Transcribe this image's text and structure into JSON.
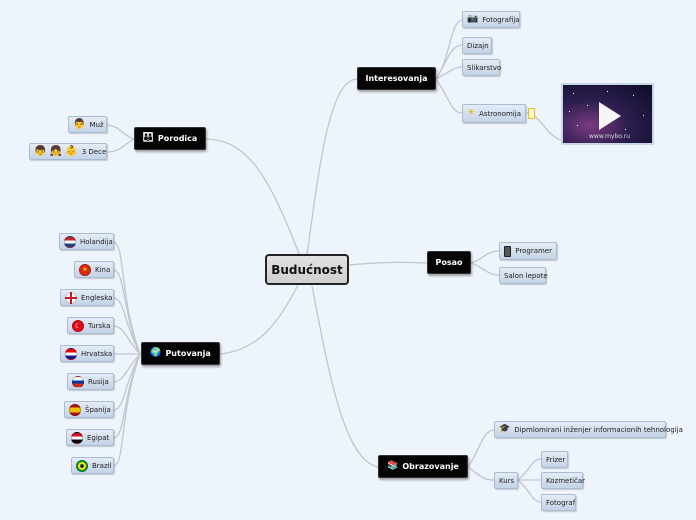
{
  "root": {
    "label": "Budućnost"
  },
  "branches": {
    "porodica": {
      "label": "Porodica",
      "icon": "family-icon",
      "children": [
        {
          "label": "Muž",
          "icon": "man-icon"
        },
        {
          "label": "3 Dece",
          "icon": "children-icon"
        }
      ]
    },
    "interesovanja": {
      "label": "Interesovanja",
      "children": [
        {
          "label": "Fotografija",
          "icon": "camera-icon"
        },
        {
          "label": "Dizajn"
        },
        {
          "label": "Slikarstvo"
        },
        {
          "label": "Astronomija",
          "icon": "sun-icon",
          "video_watermark": "www.mybo.ru"
        }
      ]
    },
    "putovanja": {
      "label": "Putovanja",
      "icon": "globe-icon",
      "children": [
        {
          "label": "Holandija"
        },
        {
          "label": "Kina"
        },
        {
          "label": "Engleska"
        },
        {
          "label": "Turska"
        },
        {
          "label": "Hrvatska"
        },
        {
          "label": "Rusija"
        },
        {
          "label": "Španija"
        },
        {
          "label": "Egipat"
        },
        {
          "label": "Brazil"
        }
      ]
    },
    "posao": {
      "label": "Posao",
      "children": [
        {
          "label": "Programer",
          "icon": "monitor-icon"
        },
        {
          "label": "Salon lepote"
        }
      ]
    },
    "obrazovanje": {
      "label": "Obrazovanje",
      "icon": "books-icon",
      "children": [
        {
          "label": "Dipmlomirani inženjer informacionih tehnologija",
          "icon": "graduation-cap-icon"
        },
        {
          "label": "Kurs",
          "children": [
            {
              "label": "Frizer"
            },
            {
              "label": "Kozmetičar"
            },
            {
              "label": "Fotograf"
            }
          ]
        }
      ]
    }
  },
  "colors": {
    "background": "#eef4fb",
    "main_node": "#050505",
    "link": "#bfc6cf"
  }
}
